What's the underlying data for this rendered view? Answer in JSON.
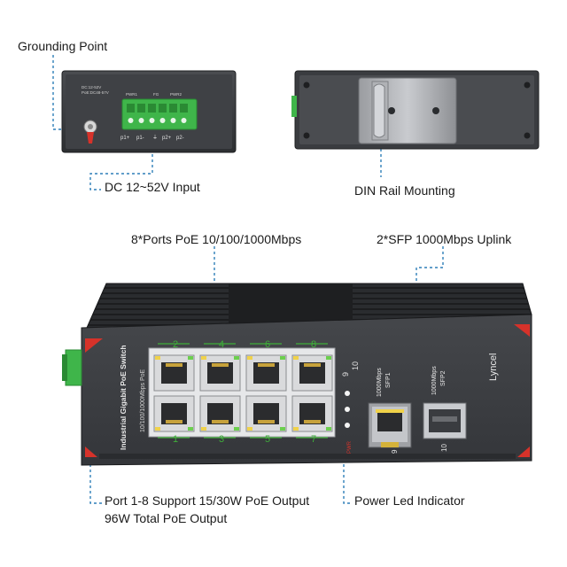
{
  "callouts": {
    "grounding_point": "Grounding Point",
    "dc_input": "DC 12~52V Input",
    "din_rail": "DIN Rail Mounting",
    "poe_ports": "8*Ports PoE 10/100/1000Mbps",
    "sfp_uplink": "2*SFP 1000Mbps Uplink",
    "poe_output_line1": "Port 1-8 Support 15/30W PoE Output",
    "poe_output_line2": "96W Total PoE Output",
    "power_led": "Power Led Indicator"
  },
  "top_panel": {
    "spec_line1": "DC:12-52V",
    "spec_line2": "PoE:DC48-57V",
    "pwr1": "PWR1",
    "fg": "FG",
    "pwr2": "PWR2",
    "p1_plus": "p1+",
    "p1_minus": "p1-",
    "p2_plus": "p2+",
    "p2_minus": "p2-"
  },
  "front_panel": {
    "side_title": "Industrial Gigabit PoE Switch",
    "side_subtitle": "10/100/1000Mbps PoE",
    "brand": "Lyncel",
    "port_top_numbers": [
      "2",
      "4",
      "6",
      "8"
    ],
    "port_bottom_numbers": [
      "1",
      "3",
      "5",
      "7"
    ],
    "sfp_led_9": "9",
    "sfp_led_10": "10",
    "pwr_led_label": "PWR",
    "sfp1_speed": "1000Mbps",
    "sfp1_name": "SFP1",
    "sfp2_speed": "1000Mbps",
    "sfp2_name": "SFP2",
    "sfp1_number": "9",
    "sfp2_number": "10"
  },
  "colors": {
    "chassis": "#3b3d40",
    "chassis_dark": "#25272a",
    "terminal_green": "#3fb54a",
    "callout_line": "#2f7fb8",
    "accent_red": "#d6322a",
    "port_number_green": "#3fae3a"
  }
}
